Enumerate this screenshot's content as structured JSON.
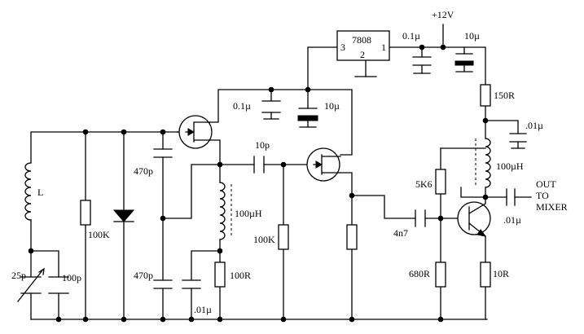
{
  "schematic": {
    "supply": "+12V",
    "regulator": {
      "part": "7808",
      "pin_in": "3",
      "pin_out": "1",
      "pin_gnd": "2"
    },
    "labels": {
      "c_reg_in": "0.1µ",
      "c_reg_out_elec": "10µ",
      "r_supply": "150R",
      "c_supply_bypass": ".01µ",
      "c_fet_bypass": "0.1µ",
      "c_fet_elec": "10µ",
      "c_coupling_fet": "10p",
      "inductor_tank": "L",
      "r_gate": "100K",
      "c_feedback_top": "470p",
      "c_feedback_bottom": "470p",
      "choke_source": "100µH",
      "r_source_gate": "100K",
      "r_source": "100R",
      "c_source_bypass": ".01µ",
      "c_trimmer": "25p",
      "c_tank": "100p",
      "choke_collector": "100µH",
      "r_bias_top": "5K6",
      "c_coupling_bjt": "4n7",
      "r_bias_bottom": "680R",
      "r_emitter": "10R",
      "c_output": ".01µ",
      "output": "OUT\nTO\nMIXER"
    }
  }
}
